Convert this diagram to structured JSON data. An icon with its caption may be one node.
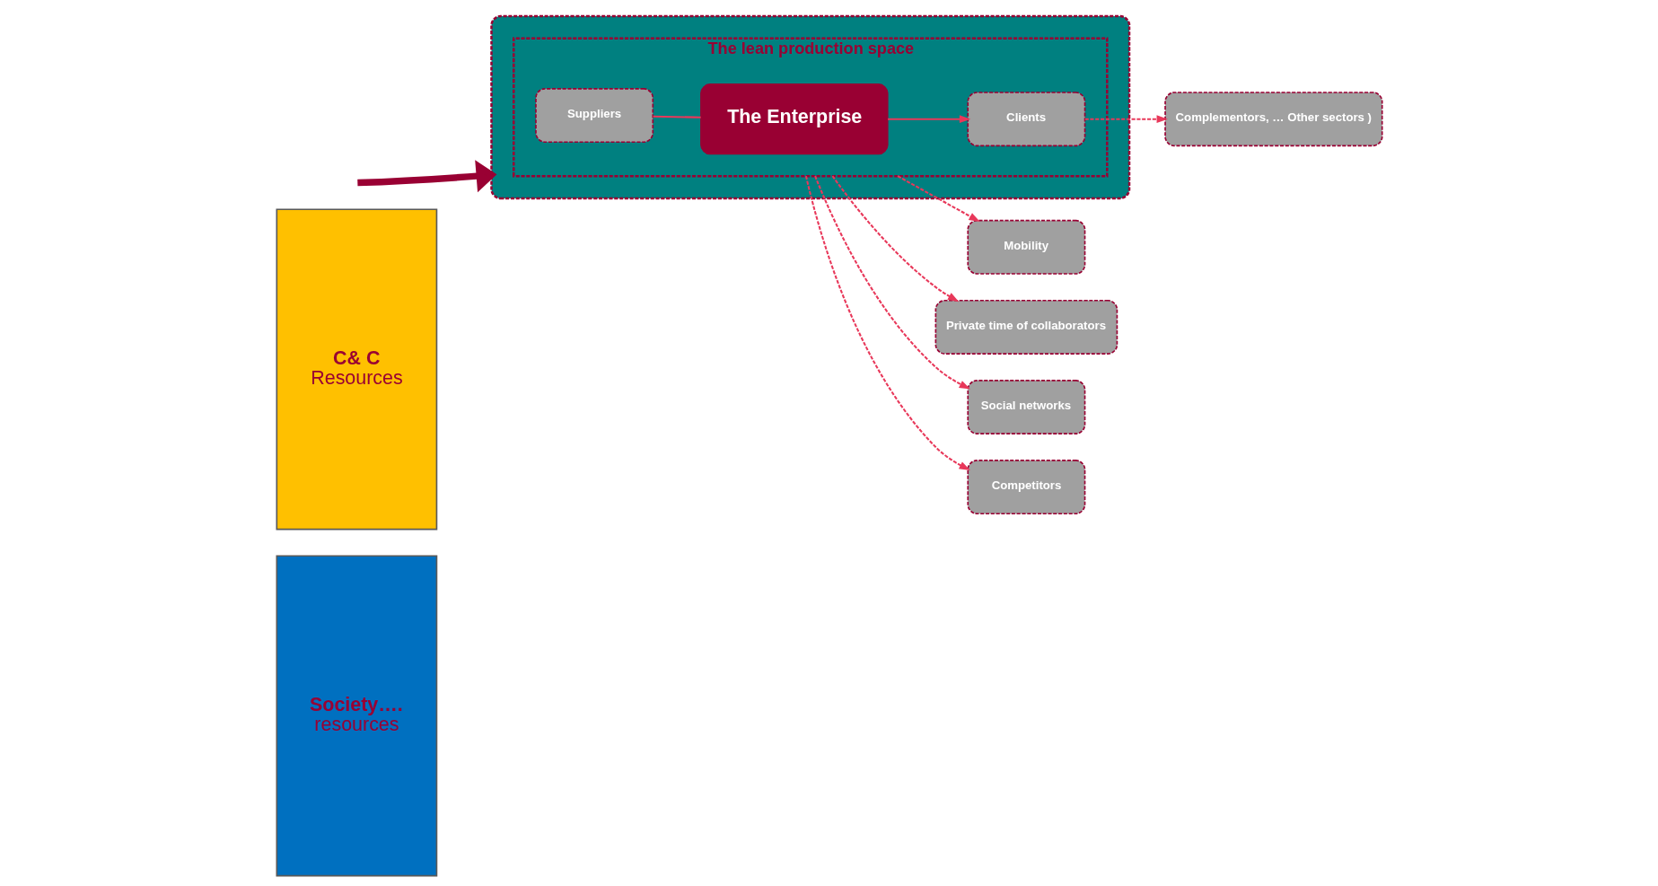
{
  "diagram": {
    "nodes": [
      {
        "text": [
          "Society….",
          "resources"
        ]
      },
      {
        "text": [
          "C& C",
          "Resources"
        ]
      },
      {
        "text": [],
        "shape": "ellipse"
      },
      {
        "text": [
          "The lean production space"
        ],
        "in": 2
      },
      {
        "text": [
          "Mobility"
        ]
      },
      {
        "text": [
          "Private time of collaborators"
        ]
      },
      {
        "text": [
          "Social networks"
        ]
      },
      {
        "text": [
          "Suppliers"
        ],
        "in": 3
      },
      {
        "text": [
          "The Enterprise"
        ],
        "in": 3
      },
      {
        "text": [
          "Clients"
        ],
        "in": 3
      },
      {
        "text": [
          "Competitors"
        ]
      },
      {
        "text": [
          "Complementors, … Other sectors )"
        ]
      }
    ],
    "edges": [
      {
        "from": null,
        "to": 2,
        "arrow": "to",
        "style": "thick",
        "color": "#990033"
      },
      {
        "from": 3,
        "to": 4,
        "arrow": "to",
        "style": "dashed"
      },
      {
        "from": 3,
        "to": 5,
        "arrow": "to",
        "style": "dashed"
      },
      {
        "from": 3,
        "to": 6,
        "arrow": "to",
        "style": "dashed"
      },
      {
        "from": 7,
        "to": 8,
        "arrow": "none"
      },
      {
        "from": 8,
        "to": 9,
        "arrow": "to"
      },
      {
        "from": 3,
        "to": 10,
        "arrow": "to",
        "style": "dashed"
      },
      {
        "from": 9,
        "to": 11,
        "arrow": "to",
        "style": "dashed"
      }
    ]
  }
}
